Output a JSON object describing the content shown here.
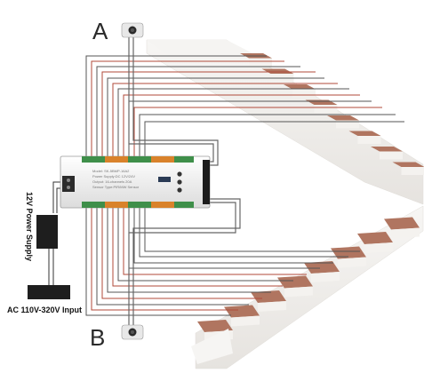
{
  "sensors": {
    "top_label": "A",
    "bottom_label": "B"
  },
  "power_supply": {
    "label": "12V Power Supply"
  },
  "ac_input": {
    "label": "AC 110V-320V  Input"
  },
  "controller": {
    "model_lines": [
      "Model: SK-5BMP-16A2",
      "Power Supply:DC 12V/24V",
      "Output: 16-channels 20A",
      "Sensor Type:PIR/MW Sensor"
    ]
  },
  "colors": {
    "step_tread": "#b07560",
    "stair_body": "#f2f0ee",
    "wire": "#555555",
    "wire_red": "#b04a3a",
    "terminal_green": "#3f8f4a",
    "terminal_orange": "#d9822b"
  }
}
